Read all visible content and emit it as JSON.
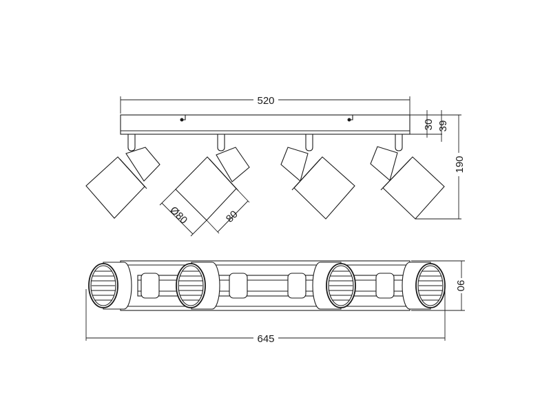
{
  "drawing": {
    "title": "4-light spotlight bar technical drawing",
    "line_color": "#1a1a1a",
    "background": "#ffffff",
    "views": {
      "front": {
        "spot_count": 4
      },
      "top": {
        "spot_count": 4
      }
    },
    "dimensions": {
      "base_length": "520",
      "base_height": "30",
      "base_total_height": "39",
      "total_height": "190",
      "shade_diameter": "Ø80",
      "shade_length": "80",
      "total_length": "645",
      "depth": "90"
    }
  }
}
